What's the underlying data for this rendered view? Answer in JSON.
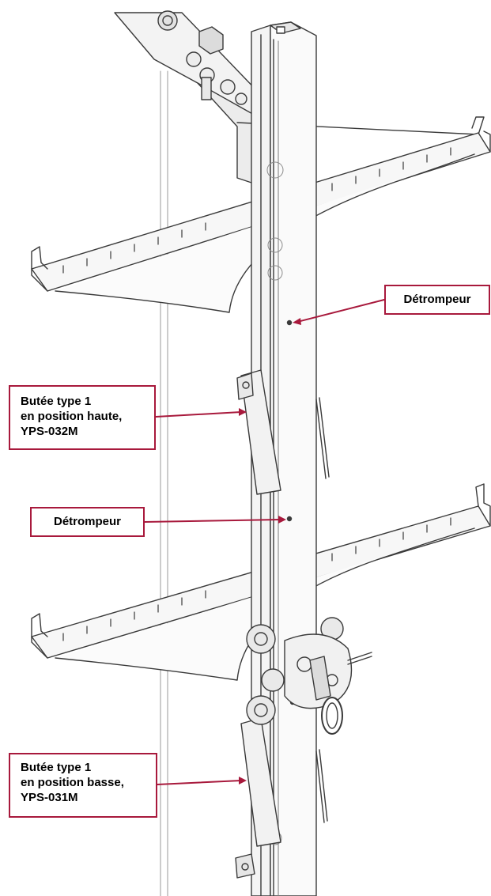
{
  "colors": {
    "callout_border": "#a8193c",
    "leader": "#a8193c",
    "line_art": "#3a3a3a"
  },
  "callouts": {
    "detrompeur_top": "Détrompeur",
    "butee_haute": [
      "Butée type 1",
      "en position haute,",
      "YPS-032M"
    ],
    "detrompeur_mid": "Détrompeur",
    "butee_basse": [
      "Butée type 1",
      "en position basse,",
      "YPS-031M"
    ]
  }
}
